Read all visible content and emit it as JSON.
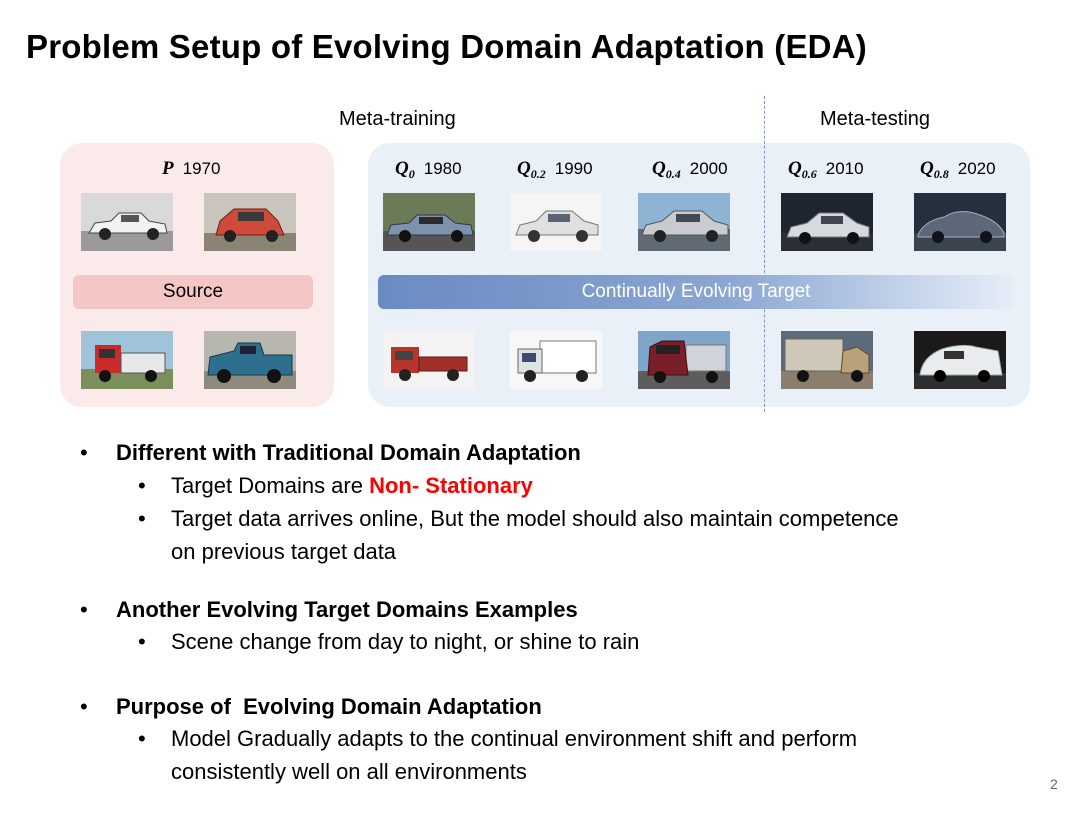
{
  "title": "Problem Setup of Evolving Domain Adaptation (EDA)",
  "diagram": {
    "meta_training_label": "Meta-training",
    "meta_testing_label": "Meta-testing",
    "source_bar_label": "Source",
    "target_bar_label": "Continually Evolving Target",
    "domains": [
      {
        "symbol": "P",
        "subscript": "",
        "year": "1970"
      },
      {
        "symbol": "Q",
        "subscript": "0",
        "year": "1980"
      },
      {
        "symbol": "Q",
        "subscript": "0.2",
        "year": "1990"
      },
      {
        "symbol": "Q",
        "subscript": "0.4",
        "year": "2000"
      },
      {
        "symbol": "Q",
        "subscript": "0.6",
        "year": "2010"
      },
      {
        "symbol": "Q",
        "subscript": "0.8",
        "year": "2020"
      }
    ],
    "colors": {
      "source_panel": "#fbeaea",
      "source_bar": "#f5c6c6",
      "target_panel": "#eaf0f8",
      "target_bar": "#6a8bc2"
    }
  },
  "bullets": [
    {
      "heading": "Different with Traditional Domain Adaptation",
      "items": [
        {
          "prefix": "Target Domains are ",
          "highlight": "Non- Stationary"
        },
        {
          "line1": "Target data arrives online, But the model should also maintain competence",
          "line2": "on previous target data"
        }
      ]
    },
    {
      "heading": "Another Evolving Target Domains Examples",
      "items": [
        {
          "text": "Scene change from day to night, or shine to rain"
        }
      ]
    },
    {
      "heading": "Purpose of  Evolving Domain Adaptation",
      "items": [
        {
          "line1": "Model Gradually adapts to the continual environment shift and perform",
          "line2": "consistently well on all environments"
        }
      ]
    }
  ],
  "bullet_symbol": "•",
  "page_number": "2"
}
